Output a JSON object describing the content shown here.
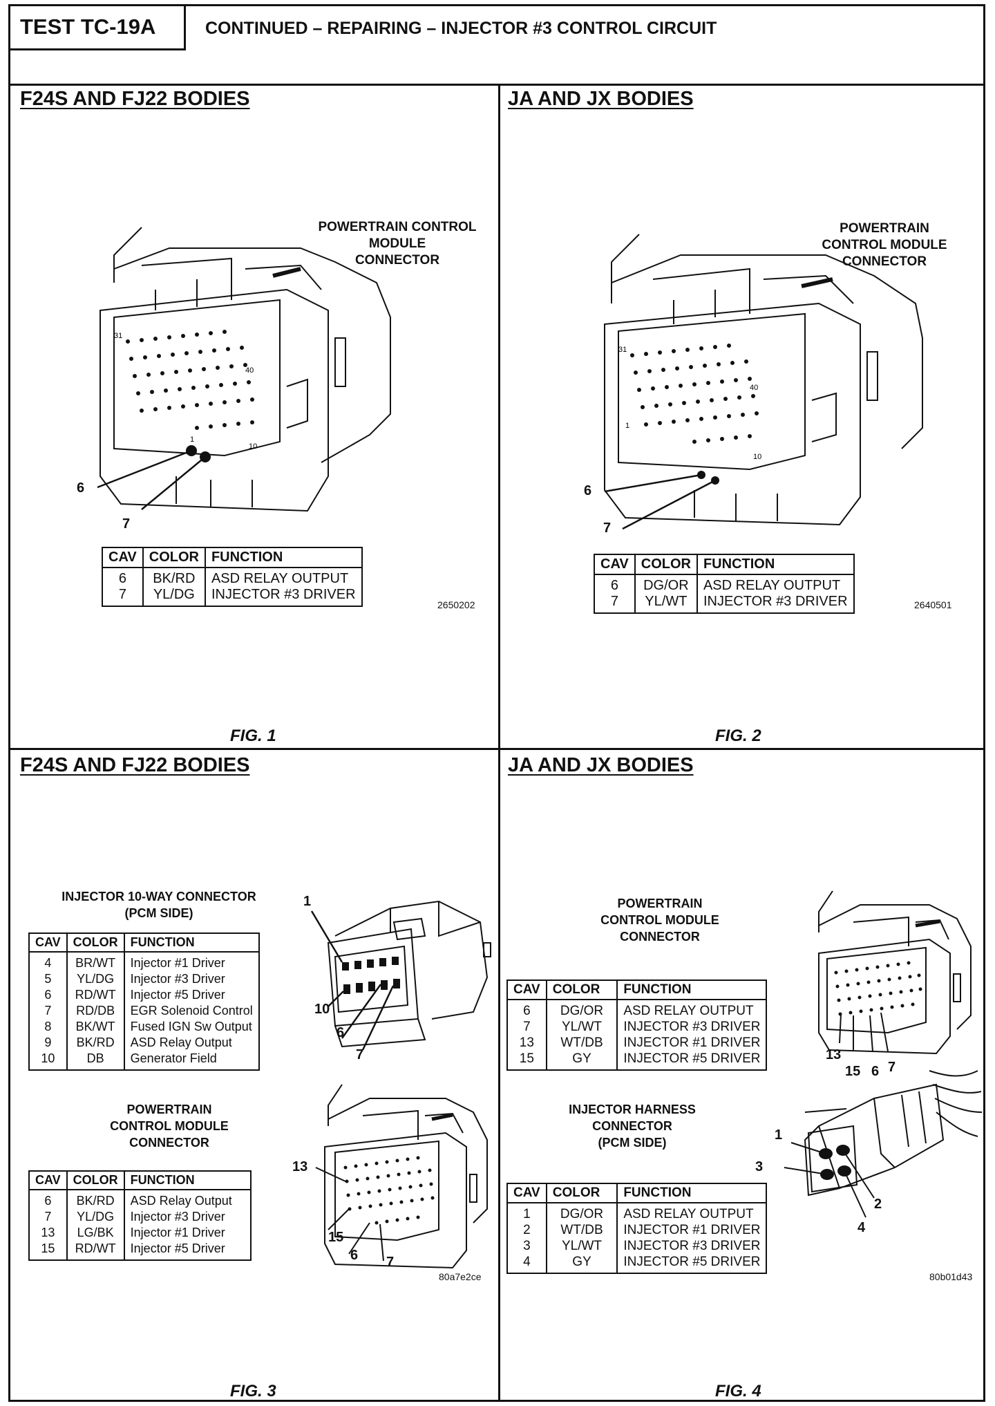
{
  "header": {
    "test_id": "TEST TC-19A",
    "title": "CONTINUED – REPAIRING – INJECTOR #3 CONTROL CIRCUIT"
  },
  "fig1": {
    "section": "F24S AND FJ22 BODIES",
    "connector_label": [
      "POWERTRAIN CONTROL",
      "MODULE",
      "CONNECTOR"
    ],
    "callouts": [
      "6",
      "7"
    ],
    "pins": [
      "31",
      "40",
      "1",
      "10"
    ],
    "table": {
      "headers": [
        "CAV",
        "COLOR",
        "FUNCTION"
      ],
      "rows": [
        [
          "6",
          "BK/RD",
          "ASD RELAY OUTPUT"
        ],
        [
          "7",
          "YL/DG",
          "INJECTOR #3 DRIVER"
        ]
      ]
    },
    "part_no": "2650202",
    "caption": "FIG. 1"
  },
  "fig2": {
    "section": "JA AND JX BODIES",
    "connector_label": [
      "POWERTRAIN",
      "CONTROL MODULE",
      "CONNECTOR"
    ],
    "callouts": [
      "6",
      "7"
    ],
    "pins": [
      "31",
      "40",
      "1",
      "10"
    ],
    "table": {
      "headers": [
        "CAV",
        "COLOR",
        "FUNCTION"
      ],
      "rows": [
        [
          "6",
          "DG/OR",
          "ASD RELAY OUTPUT"
        ],
        [
          "7",
          "YL/WT",
          "INJECTOR #3 DRIVER"
        ]
      ]
    },
    "part_no": "2640501",
    "caption": "FIG. 2"
  },
  "fig3": {
    "section": "F24S AND FJ22 BODIES",
    "injector_label": [
      "INJECTOR 10-WAY CONNECTOR",
      "(PCM SIDE)"
    ],
    "injector_callouts": [
      "1",
      "10",
      "6",
      "7"
    ],
    "injector_table": {
      "headers": [
        "CAV",
        "COLOR",
        "FUNCTION"
      ],
      "rows": [
        [
          "4",
          "BR/WT",
          "Injector #1 Driver"
        ],
        [
          "5",
          "YL/DG",
          "Injector #3 Driver"
        ],
        [
          "6",
          "RD/WT",
          "Injector #5 Driver"
        ],
        [
          "7",
          "RD/DB",
          "EGR Solenoid Control"
        ],
        [
          "8",
          "BK/WT",
          "Fused IGN Sw Output"
        ],
        [
          "9",
          "BK/RD",
          "ASD Relay Output"
        ],
        [
          "10",
          "DB",
          "Generator Field"
        ]
      ]
    },
    "pcm_label": [
      "POWERTRAIN",
      "CONTROL MODULE",
      "CONNECTOR"
    ],
    "pcm_callouts": [
      "13",
      "15",
      "6",
      "7"
    ],
    "pcm_table": {
      "headers": [
        "CAV",
        "COLOR",
        "FUNCTION"
      ],
      "rows": [
        [
          "6",
          "BK/RD",
          "ASD Relay Output"
        ],
        [
          "7",
          "YL/DG",
          "Injector #3 Driver"
        ],
        [
          "13",
          "LG/BK",
          "Injector #1 Driver"
        ],
        [
          "15",
          "RD/WT",
          "Injector #5 Driver"
        ]
      ]
    },
    "part_no": "80a7e2ce",
    "caption": "FIG. 3"
  },
  "fig4": {
    "section": "JA AND JX BODIES",
    "pcm_label": [
      "POWERTRAIN",
      "CONTROL MODULE",
      "CONNECTOR"
    ],
    "pcm_callouts": [
      "13",
      "15",
      "6",
      "7"
    ],
    "pcm_table": {
      "headers": [
        "CAV",
        "COLOR",
        "FUNCTION"
      ],
      "rows": [
        [
          "6",
          "DG/OR",
          "ASD RELAY OUTPUT"
        ],
        [
          "7",
          "YL/WT",
          "INJECTOR #3 DRIVER"
        ],
        [
          "13",
          "WT/DB",
          "INJECTOR #1 DRIVER"
        ],
        [
          "15",
          "GY",
          "INJECTOR #5 DRIVER"
        ]
      ]
    },
    "harness_label": [
      "INJECTOR HARNESS",
      "CONNECTOR",
      "(PCM SIDE)"
    ],
    "harness_callouts": [
      "1",
      "3",
      "2",
      "4"
    ],
    "harness_table": {
      "headers": [
        "CAV",
        "COLOR",
        "FUNCTION"
      ],
      "rows": [
        [
          "1",
          "DG/OR",
          "ASD RELAY OUTPUT"
        ],
        [
          "2",
          "WT/DB",
          "INJECTOR #1 DRIVER"
        ],
        [
          "3",
          "YL/WT",
          "INJECTOR #3 DRIVER"
        ],
        [
          "4",
          "GY",
          "INJECTOR #5 DRIVER"
        ]
      ]
    },
    "part_no": "80b01d43",
    "caption": "FIG. 4"
  }
}
